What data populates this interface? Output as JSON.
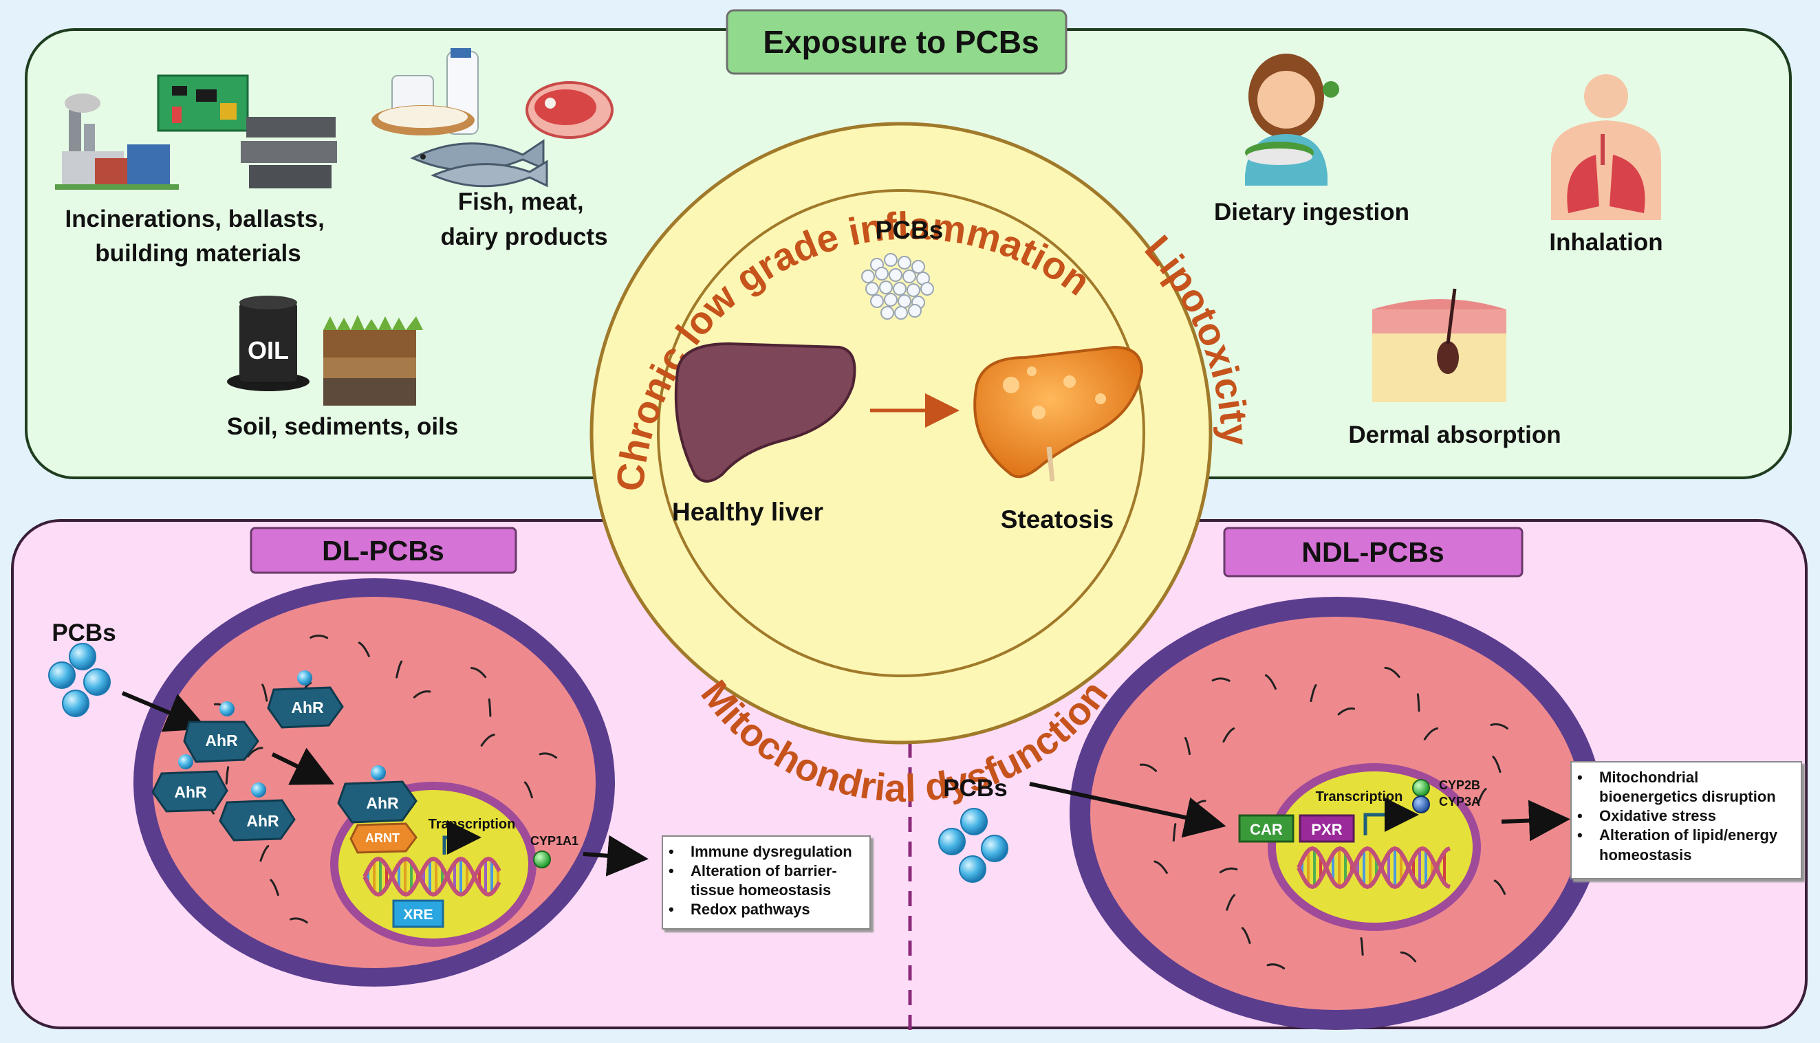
{
  "exposure": {
    "title": "Exposure to PCBs",
    "sources": {
      "industrial": "Incinerations, ballasts, building materials",
      "industrial_lines": [
        "Incinerations, ballasts,",
        "building materials"
      ],
      "food": "Fish, meat, dairy products",
      "food_lines": [
        "Fish, meat,",
        "dairy products"
      ],
      "soil": "Soil, sediments, oils",
      "oil_drum_text": "OIL"
    },
    "routes": {
      "dietary": "Dietary ingestion",
      "inhalation": "Inhalation",
      "dermal": "Dermal absorption"
    }
  },
  "center": {
    "ring_top": "Chronic low grade inflammation",
    "ring_right": "Lipotoxicity",
    "ring_bottom": "Mitochondrial dysfunction",
    "pcbs": "PCBs",
    "healthy": "Healthy liver",
    "steatosis": "Steatosis"
  },
  "dl": {
    "title": "DL-PCBs",
    "pcbs": "PCBs",
    "receptor": "AhR",
    "arnt": "ARNT",
    "transcription": "Transcription",
    "xre": "XRE",
    "gene": "CYP1A1",
    "effects": [
      "Immune dysregulation",
      "Alteration of barrier-tissue homeostasis",
      "Redox pathways"
    ]
  },
  "ndl": {
    "title": "NDL-PCBs",
    "pcbs": "PCBs",
    "car": "CAR",
    "pxr": "PXR",
    "transcription": "Transcription",
    "gene1": "CYP2B",
    "gene2": "CYP3A",
    "effects": [
      "Mitochondrial bioenergetics disruption",
      "Oxidative stress",
      "Alteration of lipid/energy homeostasis"
    ]
  },
  "colors": {
    "exposure_bg": "#e6fbe6",
    "mechanism_bg": "#fddcf7",
    "ring": "#fdf7b5",
    "ring_text": "#c5531b",
    "cell_body": "#ee8a8e",
    "cell_membrane": "#5b3d8e",
    "nucleus": "#e6e03a",
    "receptor": "#1f5f7b",
    "pcb_sphere": "#4ab6e6"
  }
}
